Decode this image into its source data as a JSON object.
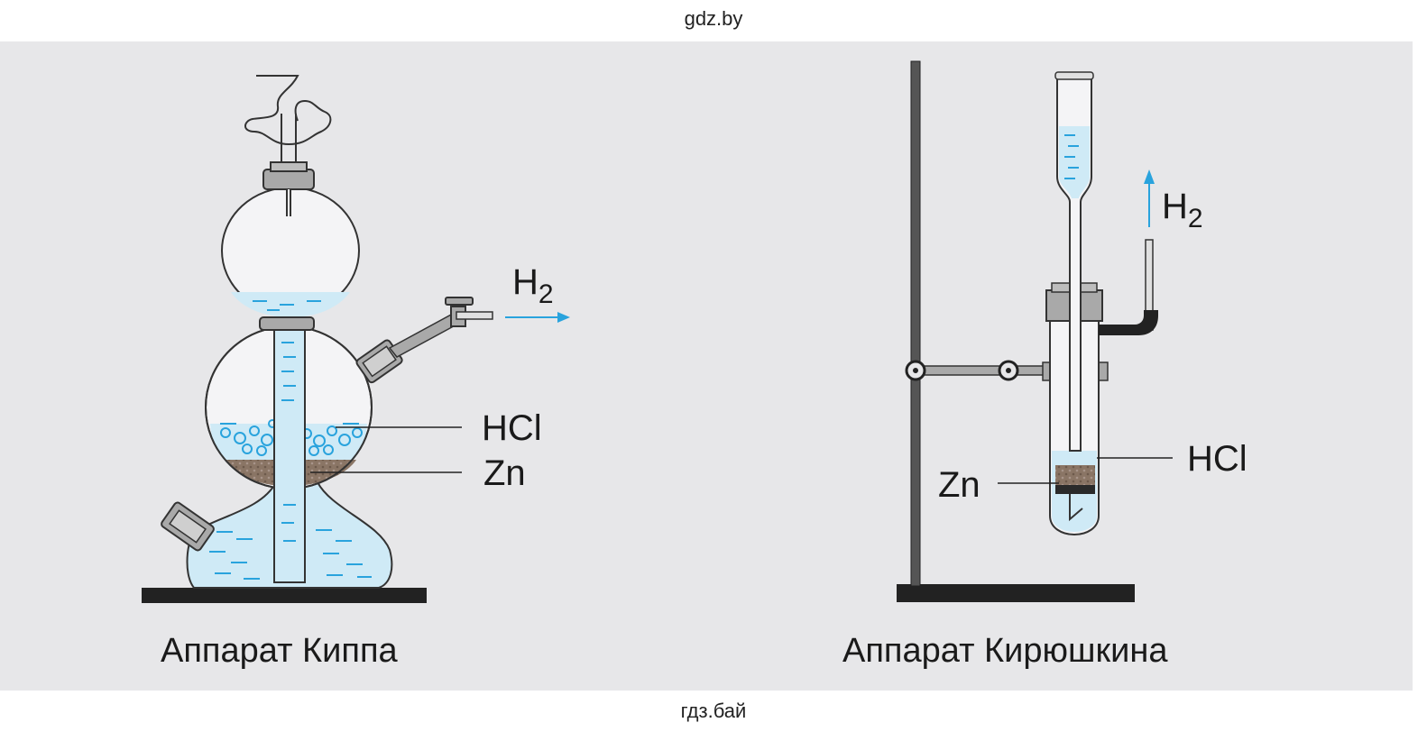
{
  "watermark_top": "gdz.by",
  "watermark_bottom": "гдз.бай",
  "kipp": {
    "caption": "Аппарат Киппа",
    "gas_H": "H",
    "gas_sub": "2",
    "label_hcl": "HCl",
    "label_zn": "Zn"
  },
  "kiryushkin": {
    "caption": "Аппарат Кирюшкина",
    "gas_H": "H",
    "gas_sub": "2",
    "label_hcl": "HCl",
    "label_zn": "Zn"
  },
  "colors": {
    "panel": "#e7e7e9",
    "liquid": "#cfeaf6",
    "liquid_mark": "#29a3dd",
    "arrow": "#29a3dd",
    "zinc": "#8a7565",
    "glass_outline": "#333333",
    "metal": "#a9a9a9",
    "base": "#222222"
  }
}
